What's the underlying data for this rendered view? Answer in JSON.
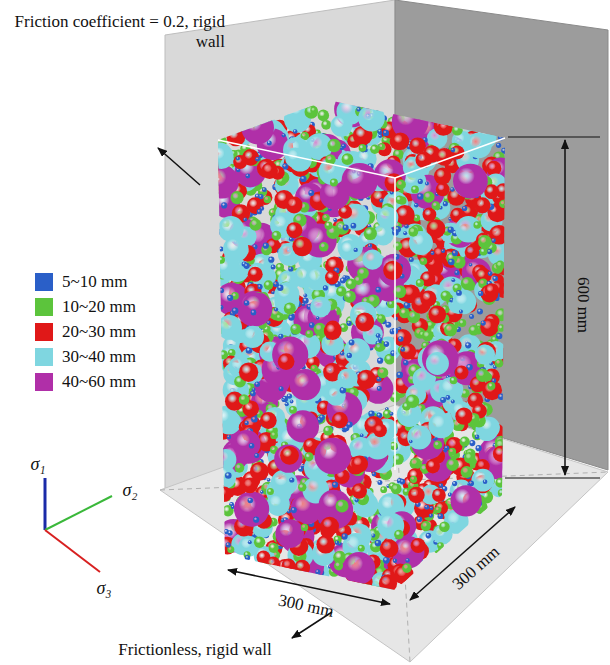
{
  "diagram": {
    "labels": [
      "Friction coefficient = 0.2, rigid wall",
      "600 mm",
      "300 mm",
      "300 mm",
      "σ₁",
      "σ₂",
      "σ₃",
      "Frictionless, rigid wall"
    ],
    "legend": [
      {
        "text": "5~10 mm",
        "color": "#2a5fc8"
      },
      {
        "text": "10~20 mm",
        "color": "#5cc43c"
      },
      {
        "text": "20~30 mm",
        "color": "#e01818"
      },
      {
        "text": "30~40 mm",
        "color": "#7fd6e0"
      },
      {
        "text": "40~60 mm",
        "color": "#b02fa8"
      }
    ]
  }
}
